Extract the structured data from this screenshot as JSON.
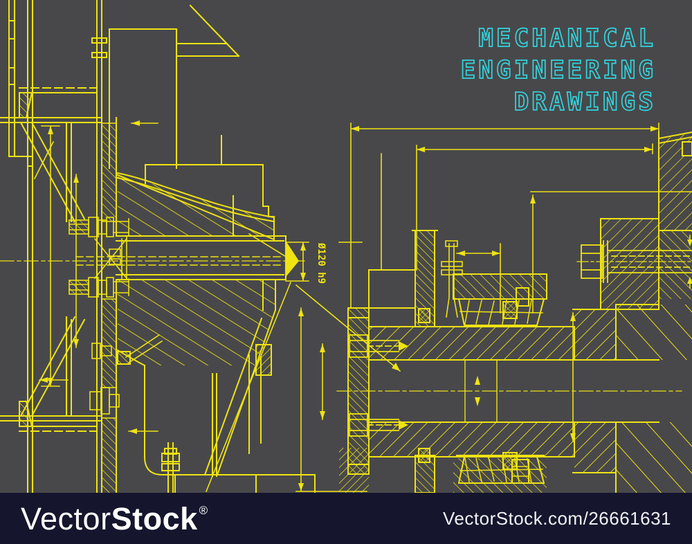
{
  "title": {
    "line1": "MECHANICAL",
    "line2": "ENGINEERING",
    "line3": "DRAWINGS"
  },
  "drawing": {
    "dimension_label": "Ø120 h9"
  },
  "footer": {
    "brand_light": "Vector",
    "brand_bold": "Stock",
    "registered": "®",
    "url": "VectorStock.com/26661631"
  },
  "colors": {
    "background": "#48484b",
    "line_yellow": "#efe312",
    "title_cyan": "#32d5dd",
    "footer_background": "#15152e",
    "footer_text": "#ffffff"
  }
}
